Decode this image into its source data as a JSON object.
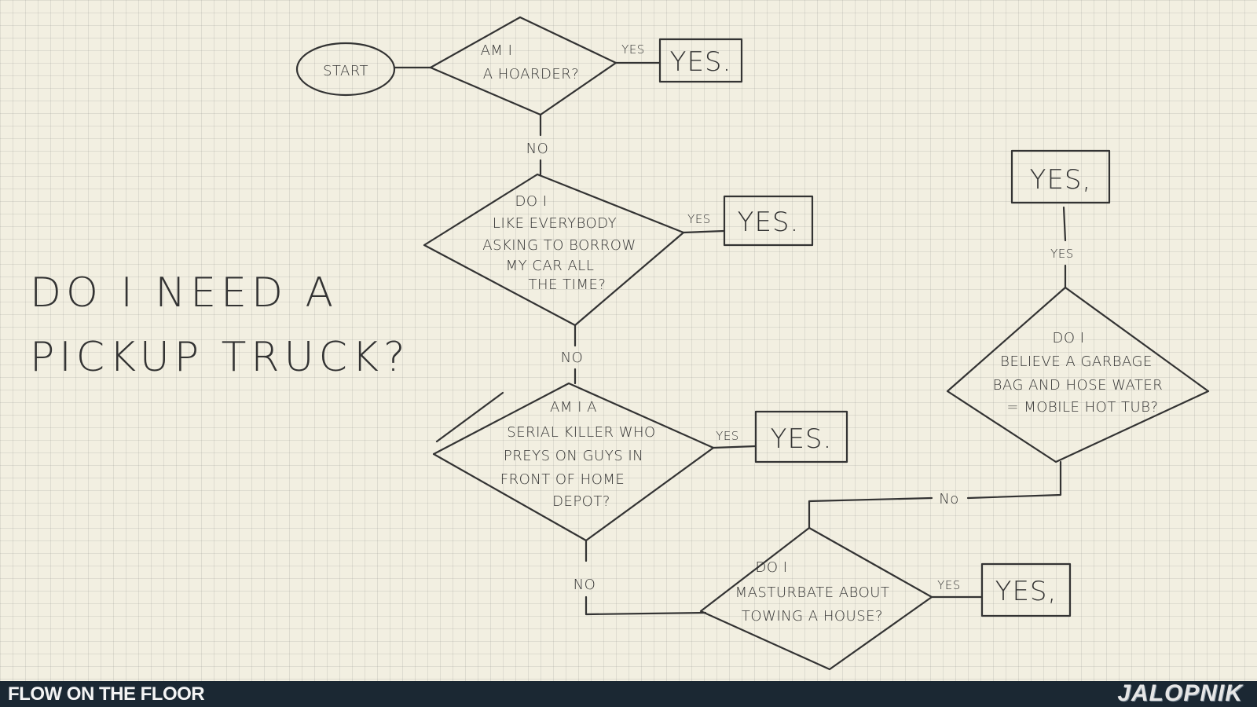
{
  "title": {
    "line1": "DO I NEED A",
    "line2": "PICKUP TRUCK?"
  },
  "start": {
    "label": "START"
  },
  "questions": [
    {
      "id": "q1",
      "lines": [
        "AM I",
        "A HOARDER?"
      ]
    },
    {
      "id": "q2",
      "lines": [
        "DO I",
        "LIKE EVERYBODY",
        "ASKING TO BORROW",
        "MY CAR ALL",
        "THE TIME?"
      ]
    },
    {
      "id": "q3",
      "lines": [
        "AM I A",
        "SERIAL KILLER WHO",
        "PREYS ON GUYS IN",
        "FRONT OF HOME",
        "DEPOT?"
      ]
    },
    {
      "id": "q4",
      "lines": [
        "DO I",
        "MASTURBATE ABOUT",
        "TOWING A HOUSE?"
      ]
    },
    {
      "id": "q5",
      "lines": [
        "DO I",
        "BELIEVE A GARBAGE",
        "BAG AND HOSE WATER",
        "= MOBILE HOT TUB?"
      ]
    }
  ],
  "answers": {
    "yes_box": "YES.",
    "yes_box_alt": "YES,",
    "yes_label": "YES",
    "no_label": "NO",
    "no_label_alt": "No"
  },
  "footer": {
    "label": "FLOW ON THE FLOOR",
    "logo": "JALOPNIK"
  },
  "colors": {
    "paper": "#f2efe1",
    "ink": "#333333",
    "footer_bg": "#1b2833",
    "footer_text": "#f4f4f4"
  }
}
